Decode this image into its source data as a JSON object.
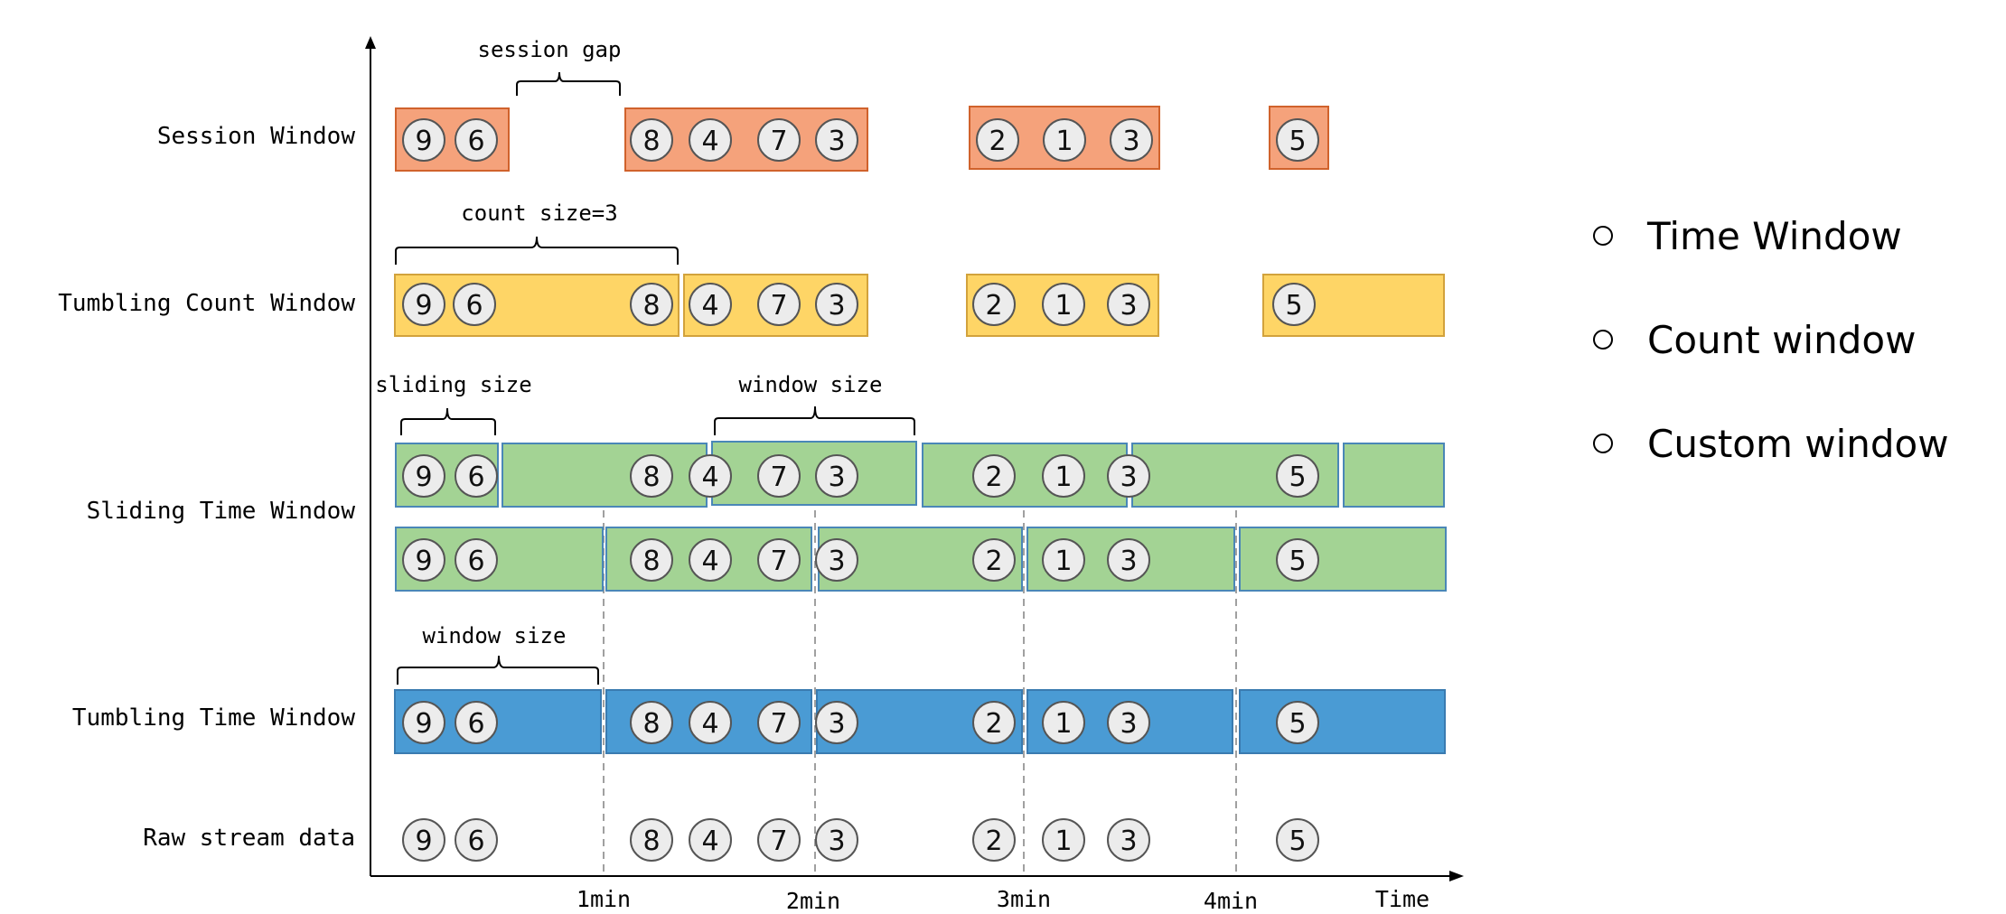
{
  "rows": {
    "session": "Session Window",
    "tumbling_count": "Tumbling Count Window",
    "sliding_time": "Sliding Time Window",
    "tumbling_time": "Tumbling Time Window",
    "raw": "Raw stream data"
  },
  "annotations": {
    "session_gap": "session gap",
    "count_size": "count size=3",
    "sliding_size": "sliding size",
    "sliding_window_size": "window size",
    "tumbling_window_size": "window size"
  },
  "axis": {
    "ticks": [
      "1min",
      "2min",
      "3min",
      "4min"
    ],
    "end_label": "Time"
  },
  "events": [
    9,
    6,
    8,
    4,
    7,
    3,
    2,
    1,
    3,
    5
  ],
  "colors": {
    "session": "#f5a27b",
    "count": "#fed566",
    "sliding": "#a3d394",
    "tumbling": "#4a9bd4",
    "circle_fill": "#ececec"
  },
  "bullets": [
    "Time Window",
    "Count window",
    "Custom window"
  ]
}
